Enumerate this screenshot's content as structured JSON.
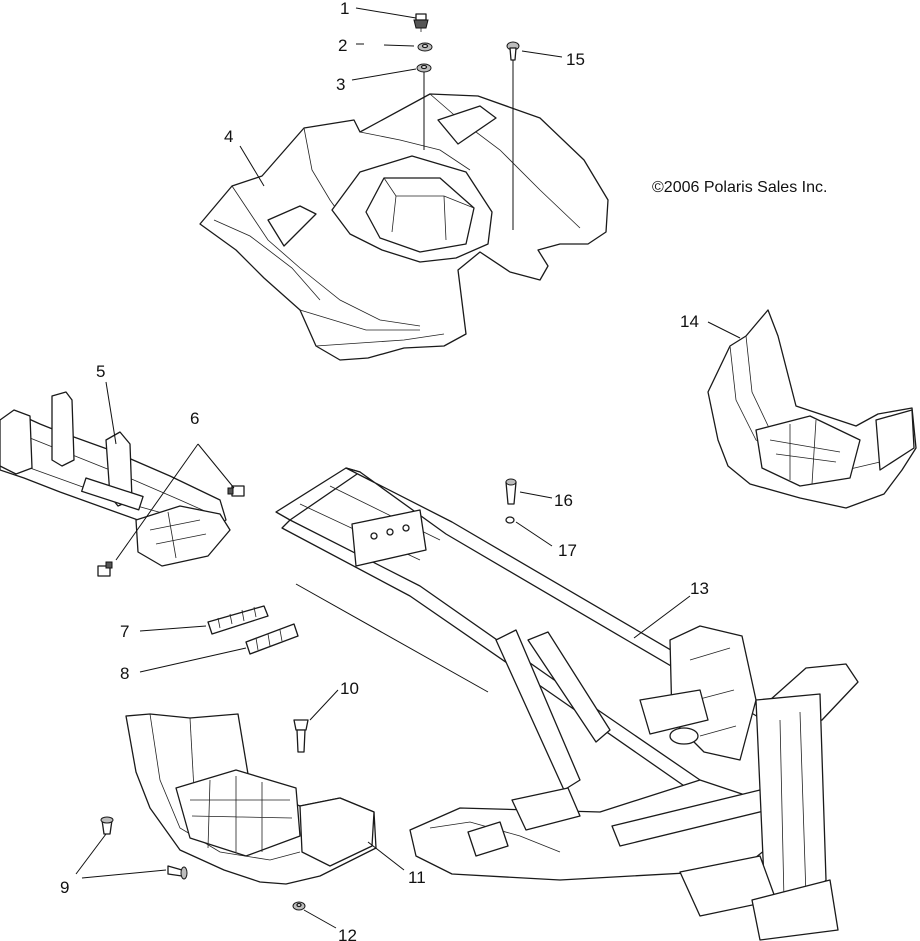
{
  "copyright": "©2006 Polaris Sales Inc.",
  "callouts": [
    {
      "n": "1"
    },
    {
      "n": "2"
    },
    {
      "n": "3"
    },
    {
      "n": "4"
    },
    {
      "n": "5"
    },
    {
      "n": "6"
    },
    {
      "n": "7"
    },
    {
      "n": "8"
    },
    {
      "n": "9"
    },
    {
      "n": "10"
    },
    {
      "n": "11"
    },
    {
      "n": "12"
    },
    {
      "n": "13"
    },
    {
      "n": "14"
    },
    {
      "n": "15"
    },
    {
      "n": "16"
    },
    {
      "n": "17"
    }
  ]
}
